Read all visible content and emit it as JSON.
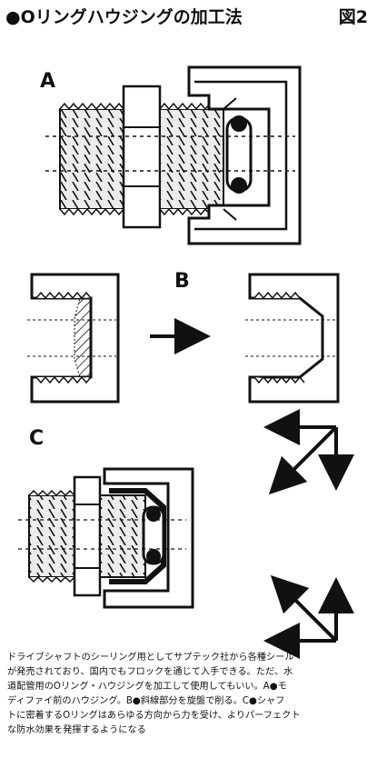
{
  "header": {
    "title": "●Oリングハウジングの加工法",
    "figure_label": "図2"
  },
  "section_labels": {
    "a": "A",
    "b": "B",
    "c": "C"
  },
  "caption": "ドライブシャフトのシーリング用としてサプテック社から各種シール\nが発売されており、国内でもフロックを通じて入手できる。ただ、水\n道配管用のOリング・ハウジングを加工して使用してもいい。A●モ\nディファイ前のハウジング。B●斜線部分を旋盤で削る。C●シャフ\nトに密着するOリングはあらゆる方向から力を受け、よりパーフェクト\nな防水効果を発揮するようになる",
  "colors": {
    "ink": "#111111",
    "paper": "#ffffff",
    "thread_fill": "#e6e6e6"
  }
}
